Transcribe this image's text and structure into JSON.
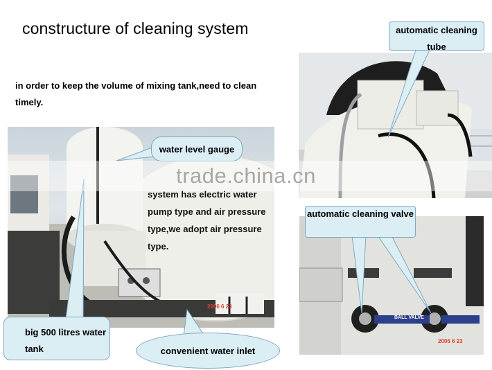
{
  "title": "constructure of cleaning system",
  "intro": "in order to keep the volume of mixing tank,need to clean timely.",
  "callouts": {
    "tube": "automatic cleaning tube",
    "valve": "automatic cleaning valve",
    "gauge": "water level gauge",
    "tank": "big 500 litres water tank",
    "inlet": "convenient water inlet"
  },
  "system_text": "system has electric water pump type and air pressure type,we adopt air pressure type.",
  "watermark": "trade.china.cn",
  "photo_stamps": {
    "left_date": "2006 6 23",
    "valve_date": "2006 6 23",
    "valve_label": "BALL VALVE"
  },
  "colors": {
    "callout_fill": "#daeef3",
    "callout_border": "#7fa7c2",
    "mixer_drum": "#f2f2ee",
    "drum_top": "#1e1e1e"
  }
}
